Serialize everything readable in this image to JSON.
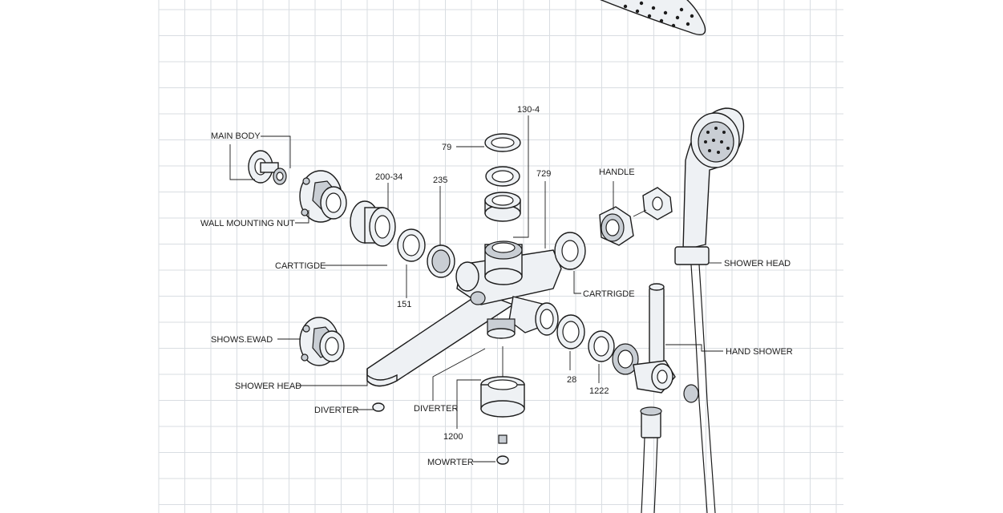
{
  "labels": {
    "main_body": "MAIN BODY",
    "wall_mounting_nut": "WALL MOUNTING NUT",
    "cartridge_left": "CARTTIGDE",
    "shows_ewad": "SHOWS.EWAD",
    "shower_head_left": "SHOWER HEAD",
    "diverter_left": "DIVERTER",
    "diverter_center": "DIVERTER",
    "mowrter": "MOWRTER",
    "n_1200": "1200",
    "n_151": "151",
    "n_200_34": "200-34",
    "n_235": "235",
    "n_79": "79",
    "n_130_4": "130-4",
    "n_729": "729",
    "handle": "HANDLE",
    "cartridge_right": "CARTRIGDE",
    "shower_head_right": "SHOWER HEAD",
    "hand_shower": "HAND SHOWER",
    "n_28": "28",
    "n_1222": "1222"
  },
  "colors": {
    "grid": "#d9dde2",
    "line": "#1c1c1c",
    "part_fill": "#eef1f4",
    "part_shade": "#c9ced4"
  }
}
